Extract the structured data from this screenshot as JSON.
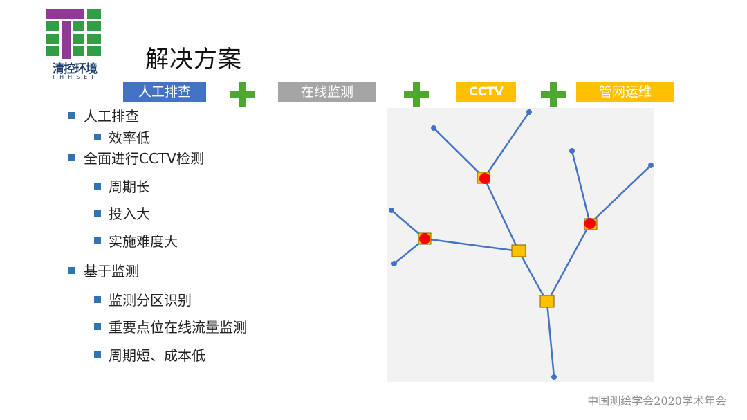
{
  "logo": {
    "name_cn": "清控环境",
    "name_en": "THHSEI"
  },
  "slide": {
    "title": "解决方案"
  },
  "tags": [
    "人工排查",
    "在线监测",
    "CCTV",
    "管网运维"
  ],
  "bullets": [
    {
      "level": 1,
      "text": "人工排查"
    },
    {
      "level": 2,
      "text": "效率低"
    },
    {
      "level": 1,
      "text": "全面进行CCTV检测"
    },
    {
      "level": 2,
      "text": "周期长"
    },
    {
      "level": 2,
      "text": "投入大"
    },
    {
      "level": 2,
      "text": "实施难度大"
    },
    {
      "level": 1,
      "text": "基于监测"
    },
    {
      "level": 2,
      "text": "监测分区识别"
    },
    {
      "level": 2,
      "text": "重要点位在线流量监测"
    },
    {
      "level": 2,
      "text": "周期短、成本低"
    }
  ],
  "colors": {
    "pipe": "#4472c4",
    "red_marker": "#ff0000",
    "yellow_marker": "#ffc000",
    "diagram_bg": "#f2f2f2",
    "plus": "#4ea72e"
  },
  "footer": {
    "text": "中国测绘学会2020学术年会"
  }
}
